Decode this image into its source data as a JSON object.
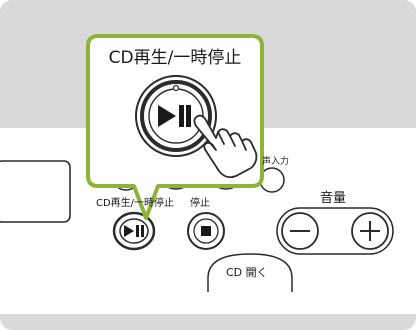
{
  "callout": {
    "title": "CD再生/一時停止"
  },
  "panel": {
    "cd_play_pause_label": "CD再生/一時停止",
    "stop_label": "停止",
    "volume_label": "音量",
    "audio_input_label": "声入力",
    "cd_open_label": "CD 開く"
  },
  "icons": {
    "play_pause": "play-pause-icon",
    "stop": "stop-icon",
    "minus": "minus-icon",
    "plus": "plus-icon",
    "hand": "pointing-hand-icon"
  },
  "colors": {
    "background_gray": "#d9d9d9",
    "panel": "#ffffff",
    "outline": "#2b2b2b",
    "button_fill": "#1a1a1a",
    "highlight_green": "#8fb339"
  }
}
